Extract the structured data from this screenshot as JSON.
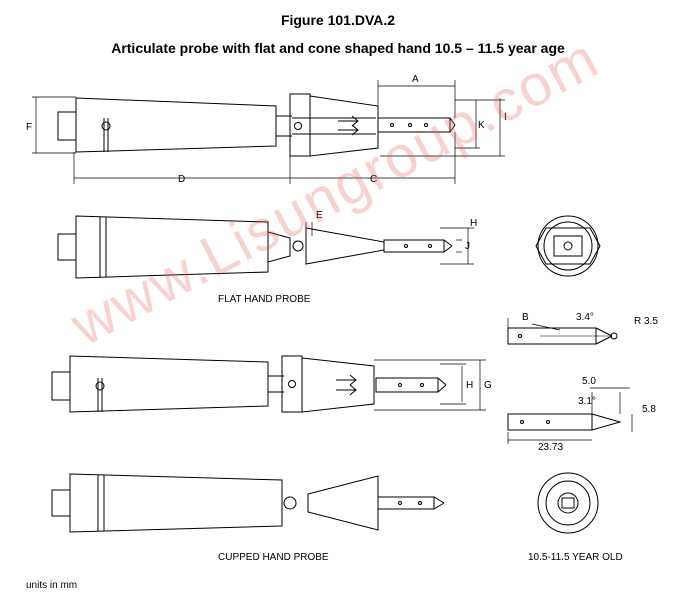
{
  "figure_title": "Figure 101.DVA.2",
  "figure_subtitle": "Articulate probe with flat and cone shaped hand 10.5 – 11.5 year age",
  "captions": {
    "flat": "FLAT HAND PROBE",
    "cupped": "CUPPED HAND PROBE",
    "age": "10.5-11.5 YEAR OLD",
    "units": "units in mm"
  },
  "dimension_labels": {
    "A": "A",
    "B": "B",
    "C": "C",
    "D": "D",
    "E": "E",
    "F": "F",
    "G": "G",
    "H": "H",
    "I": "I",
    "J": "J",
    "K": "K",
    "angle1": "3.4°",
    "radius": "R 3.5",
    "dim5": "5.0",
    "angle2": "3.1°",
    "dim58": "5.8",
    "dim2373": "23.73"
  },
  "watermark": "www.Lisungroup.com",
  "colors": {
    "line": "#000000",
    "watermark": "#eb5a5a"
  }
}
